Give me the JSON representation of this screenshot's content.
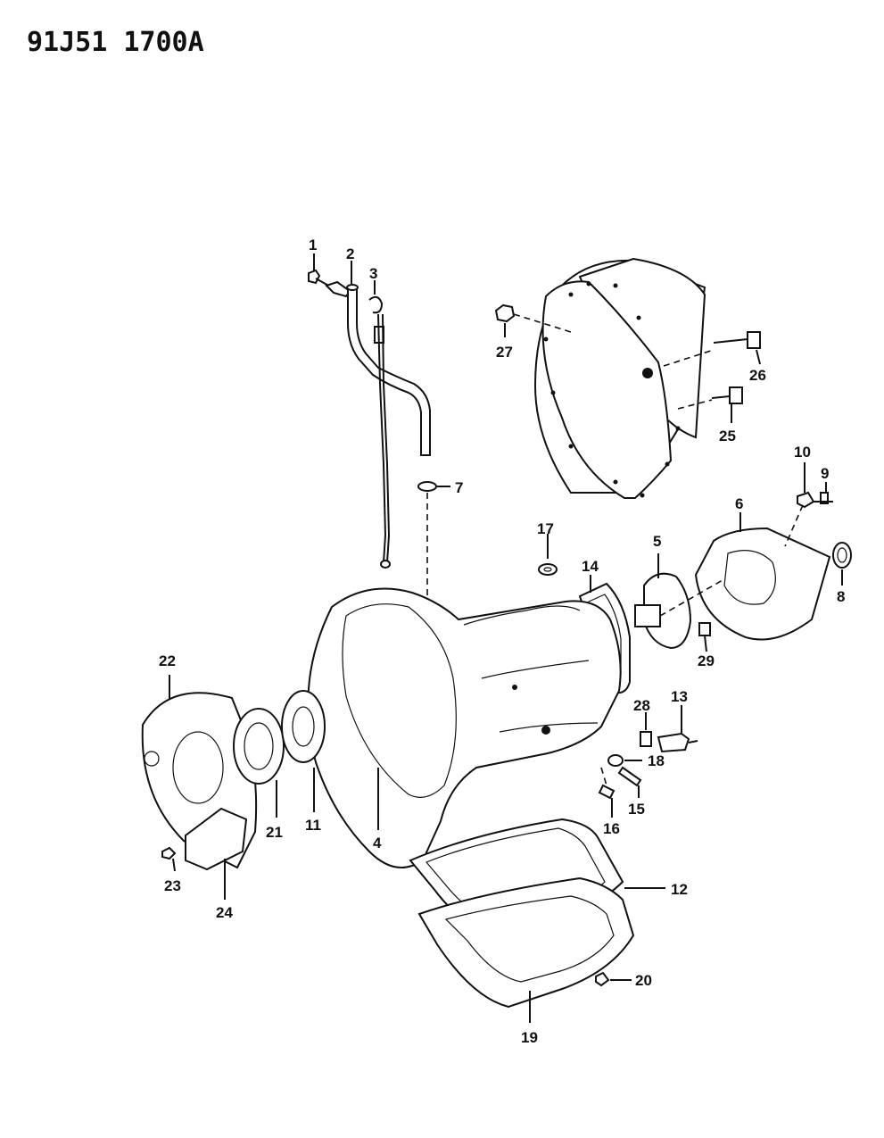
{
  "page": {
    "title": "91J51  1700A"
  },
  "diagram": {
    "callouts": [
      "1",
      "2",
      "3",
      "4",
      "5",
      "6",
      "7",
      "8",
      "9",
      "10",
      "11",
      "12",
      "13",
      "14",
      "15",
      "16",
      "17",
      "18",
      "19",
      "20",
      "21",
      "22",
      "23",
      "24",
      "25",
      "26",
      "27",
      "28",
      "29"
    ]
  }
}
